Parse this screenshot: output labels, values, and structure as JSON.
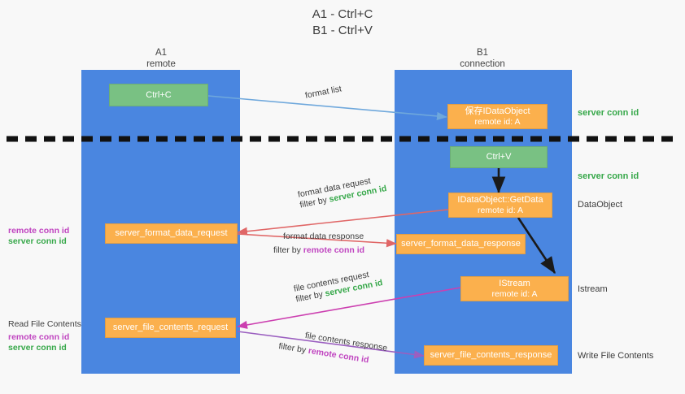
{
  "title": {
    "line1": "A1 - Ctrl+C",
    "line2": "B1 - Ctrl+V"
  },
  "lanes": [
    {
      "id": "a1",
      "name": "A1",
      "subtitle": "remote",
      "color": "#4a86e0"
    },
    {
      "id": "b1",
      "name": "B1",
      "subtitle": "connection",
      "color": "#4a86e0"
    }
  ],
  "nodes": {
    "ctrl_c": {
      "line1": "Ctrl+C",
      "line2": ""
    },
    "save_dataobject": {
      "line1": "保存IDataObject",
      "line2": "remote id: A"
    },
    "ctrl_v": {
      "line1": "Ctrl+V",
      "line2": ""
    },
    "getdata": {
      "line1": "IDataObject::GetData",
      "line2": "remote id: A"
    },
    "istream": {
      "line1": "IStream",
      "line2": "remote id: A"
    },
    "format_req": {
      "line1": "server_format_data_request",
      "line2": ""
    },
    "format_resp": {
      "line1": "server_format_data_response",
      "line2": ""
    },
    "file_req": {
      "line1": "server_file_contents_request",
      "line2": ""
    },
    "file_resp": {
      "line1": "server_file_contents_response",
      "line2": ""
    }
  },
  "edge_labels": {
    "format_list": {
      "text": "format list"
    },
    "format_data_req": {
      "line1": "format data request",
      "prefix": "filter by ",
      "highlight": "server conn id",
      "highlight_color": "#37a84a"
    },
    "format_data_resp": {
      "line1": "format data response",
      "prefix": "filter by ",
      "highlight": "remote conn id",
      "highlight_color": "#c045c0"
    },
    "file_contents_req": {
      "line1": "file contents request",
      "prefix": "filter by ",
      "highlight": "server conn id",
      "highlight_color": "#37a84a"
    },
    "file_contents_resp": {
      "line1": "file contents response",
      "prefix": "filter by ",
      "highlight": "remote conn id",
      "highlight_color": "#c045c0"
    }
  },
  "annotations": {
    "left_mid": {
      "remote": "remote conn id",
      "server": "server conn id"
    },
    "left_bottom": {
      "heading": "Read File Contents",
      "remote": "remote conn id",
      "server": "server conn id"
    },
    "right": [
      {
        "text": "server conn id",
        "style": "green"
      },
      {
        "text": "server conn id",
        "style": "green"
      },
      {
        "text": "DataObject",
        "style": "plain"
      },
      {
        "text": "Istream",
        "style": "plain"
      },
      {
        "text": "Write File Contents",
        "style": "plain"
      }
    ]
  },
  "colors": {
    "lane": "#4a86e0",
    "green_node": "#79c183",
    "orange_node": "#fbb04d",
    "server_conn": "#37a84a",
    "remote_conn": "#c045c0",
    "arrow_blue": "#6fa8dc",
    "arrow_red": "#e06666",
    "arrow_magenta": "#cc3fb0",
    "arrow_purple": "#9b5fc0",
    "arrow_black": "#1a1a1a",
    "divider": "#111111",
    "background": "#f8f8f8"
  }
}
